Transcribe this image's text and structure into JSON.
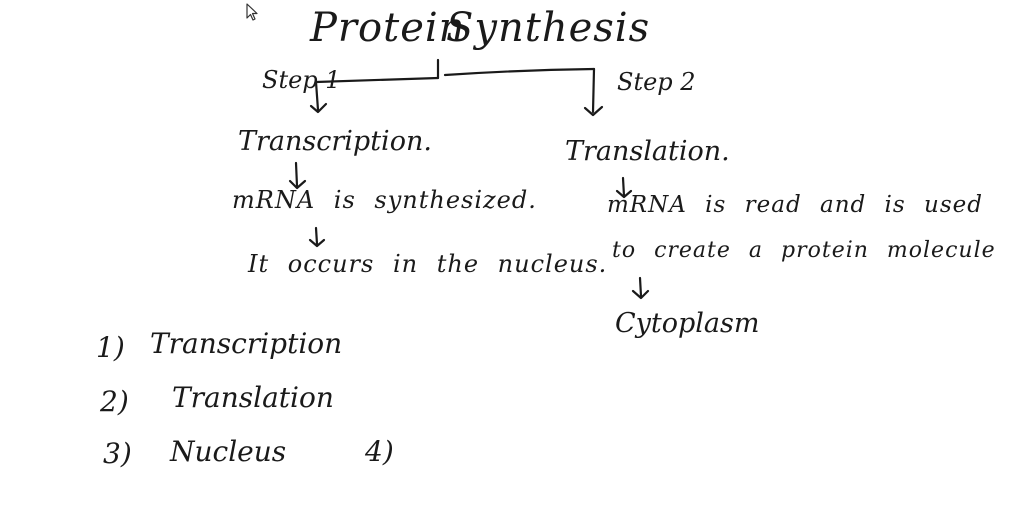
{
  "title": {
    "word1": "Protein",
    "word2": "Synthesis"
  },
  "branches": {
    "left": {
      "step": "Step 1",
      "heading": "Transcription.",
      "line1": "mRNA is synthesized.",
      "line2": "It occurs in the nucleus."
    },
    "right": {
      "step": "Step 2",
      "heading": "Translation.",
      "line1": "mRNA is read and is used",
      "line2": "to create a protein molecule",
      "line3": "Cytoplasm"
    }
  },
  "answers": [
    {
      "num": "1)",
      "text": "Transcription"
    },
    {
      "num": "2)",
      "text": "Translation"
    },
    {
      "num": "3)",
      "text": "Nucleus"
    },
    {
      "num": "4)",
      "text": ""
    }
  ],
  "colors": {
    "ink": "#1a1a1a",
    "paper": "#ffffff"
  },
  "icons": {
    "cursor": "mouse-pointer-icon"
  }
}
